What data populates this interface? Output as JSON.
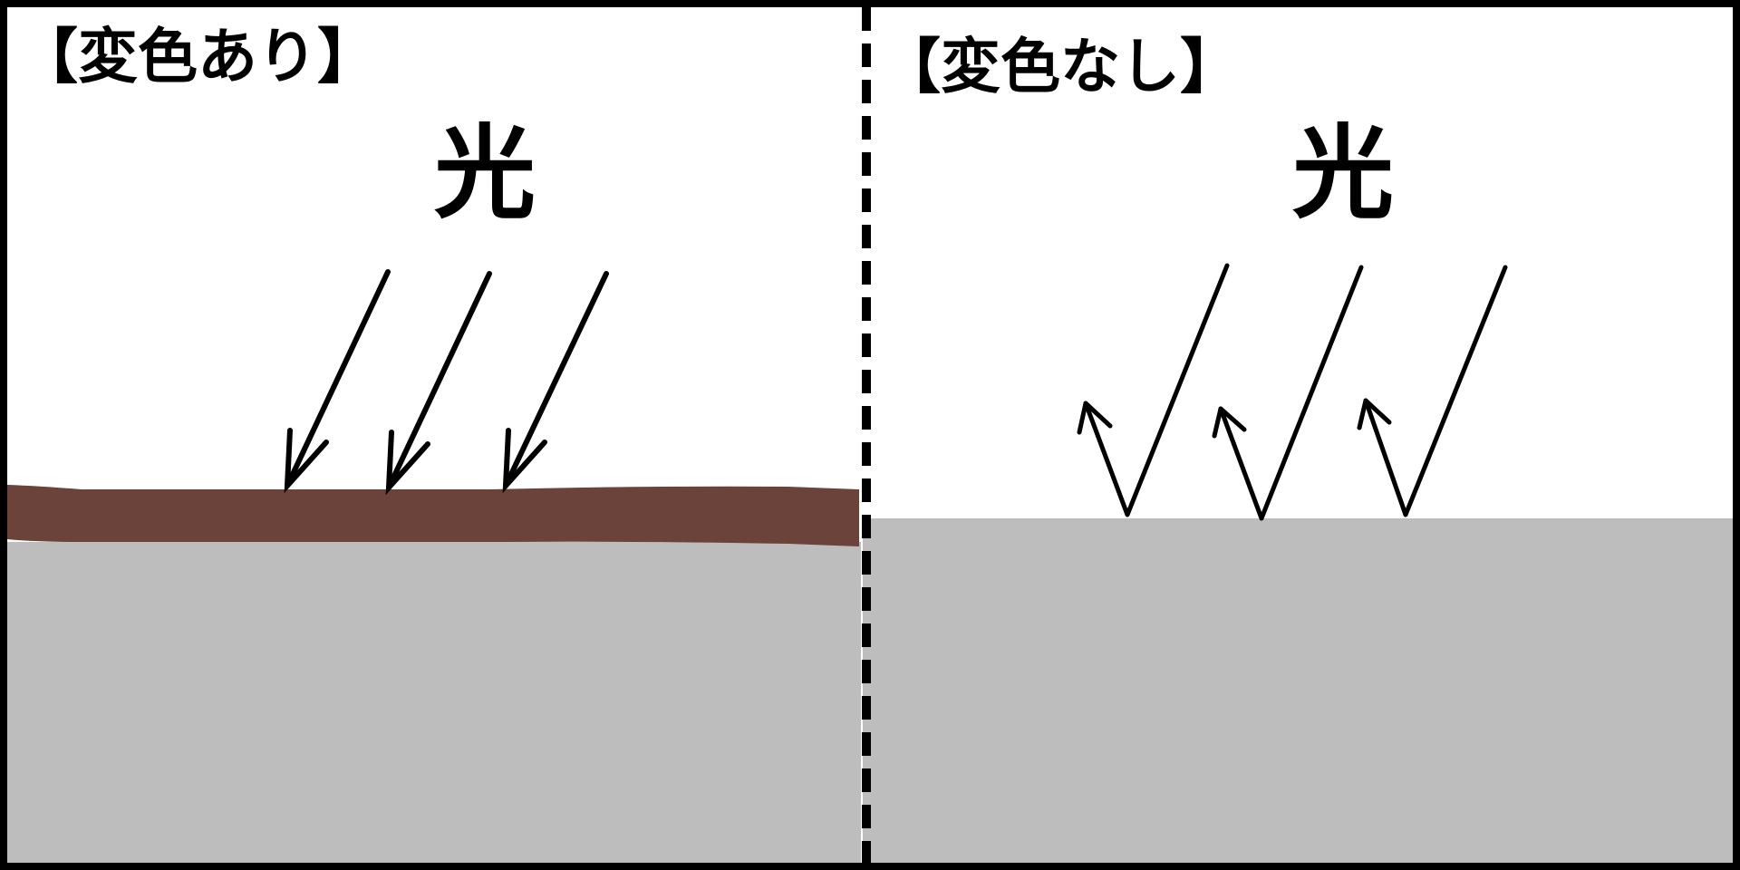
{
  "left_panel": {
    "title": "【変色あり】",
    "light_label": "光",
    "surface_color": "#6b433a",
    "base_color": "#bdbdbd"
  },
  "right_panel": {
    "title": "【変色なし】",
    "light_label": "光",
    "base_color": "#bdbdbd"
  },
  "colors": {
    "border": "#000000",
    "background": "#ffffff",
    "arrow": "#000000"
  }
}
